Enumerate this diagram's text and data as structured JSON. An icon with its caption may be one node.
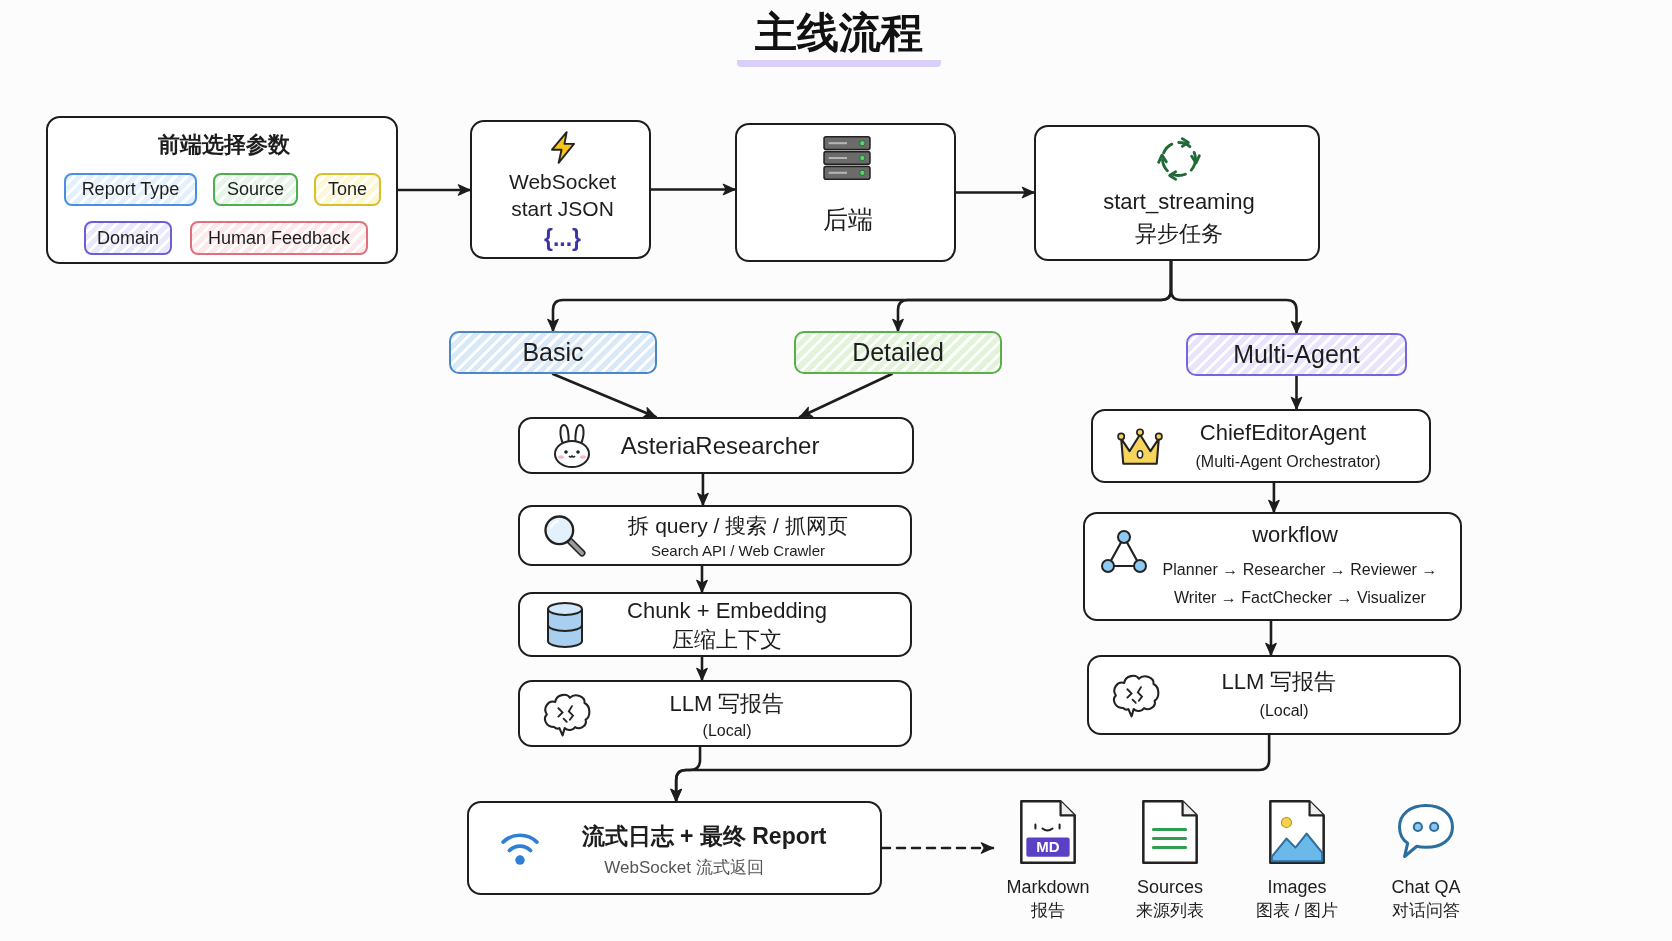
{
  "diagram": {
    "title": "主线流程",
    "nodes": [
      {
        "text": [
          "前端选择参数"
        ]
      },
      {
        "text": [
          "Report Type"
        ],
        "in": 0
      },
      {
        "text": [
          "Source"
        ],
        "in": 0
      },
      {
        "text": [
          "Tone"
        ],
        "in": 0
      },
      {
        "text": [
          "Domain"
        ],
        "in": 0
      },
      {
        "text": [
          "Human Feedback"
        ],
        "in": 0
      },
      {
        "text": [
          "WebSocket start JSON",
          "{...}"
        ]
      },
      {
        "text": [
          "后端"
        ]
      },
      {
        "text": [
          "start_streaming 异步任务"
        ]
      },
      {
        "text": [
          "Basic"
        ]
      },
      {
        "text": [
          "Detailed"
        ]
      },
      {
        "text": [
          "Multi-Agent"
        ]
      },
      {
        "text": [
          "AsteriaResearcher"
        ]
      },
      {
        "text": [
          "拆 query / 搜索 / 抓网页",
          "Search API / Web Crawler"
        ]
      },
      {
        "text": [
          "Chunk + Embedding 压缩上下文"
        ]
      },
      {
        "text": [
          "LLM 写报告",
          "(Local)"
        ]
      },
      {
        "text": [
          "ChiefEditorAgent",
          "(Multi-Agent Orchestrator)"
        ]
      },
      {
        "text": [
          "workflow",
          "Planner → Researcher → Reviewer → Writer → FactChecker → Visualizer"
        ]
      },
      {
        "text": [
          "LLM 写报告",
          "(Local)"
        ]
      },
      {
        "text": [
          "流式日志 + 最终 Report",
          "WebSocket 流式返回"
        ]
      },
      {
        "text": [
          "MD",
          "Markdown",
          "报告"
        ]
      },
      {
        "text": [
          "Sources",
          "来源列表"
        ]
      },
      {
        "text": [
          "Images",
          "图表 / 图片"
        ]
      },
      {
        "text": [
          "Chat QA",
          "对话问答"
        ]
      }
    ],
    "edges": [
      {
        "from": 0,
        "to": 6,
        "arrow": "to"
      },
      {
        "from": 6,
        "to": 7,
        "arrow": "to"
      },
      {
        "from": 7,
        "to": 8,
        "arrow": "to"
      },
      {
        "from": 8,
        "to": 9,
        "arrow": "to"
      },
      {
        "from": 8,
        "to": 10,
        "arrow": "to"
      },
      {
        "from": 8,
        "to": 11,
        "arrow": "to"
      },
      {
        "from": 9,
        "to": 12,
        "arrow": "to"
      },
      {
        "from": 10,
        "to": 12,
        "arrow": "to"
      },
      {
        "from": 12,
        "to": 13,
        "arrow": "to"
      },
      {
        "from": 13,
        "to": 14,
        "arrow": "to"
      },
      {
        "from": 14,
        "to": 15,
        "arrow": "to"
      },
      {
        "from": 11,
        "to": 16,
        "arrow": "to"
      },
      {
        "from": 16,
        "to": 17,
        "arrow": "to"
      },
      {
        "from": 17,
        "to": 18,
        "arrow": "to"
      },
      {
        "from": 15,
        "to": 19,
        "arrow": "to"
      },
      {
        "from": 18,
        "to": 19,
        "arrow": "to"
      },
      {
        "from": 19,
        "to": 20,
        "arrow": "to",
        "style": "dashed"
      }
    ]
  }
}
